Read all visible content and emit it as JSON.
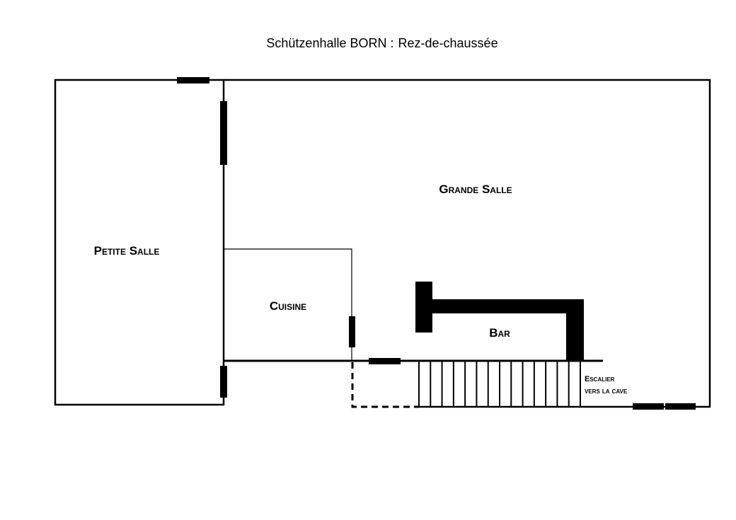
{
  "title": {
    "prefix": "Schützenhalle BORN :",
    "floor": "Rez-de-chaussée"
  },
  "rooms": {
    "grande_salle": "Grande Salle",
    "petite_salle": "Petite Salle",
    "cuisine": "Cuisine",
    "bar": "Bar",
    "escalier_line1": "Escalier",
    "escalier_line2": "vers la cave"
  },
  "stair_steps": 14,
  "colors": {
    "ink": "#000000",
    "background": "#ffffff"
  }
}
